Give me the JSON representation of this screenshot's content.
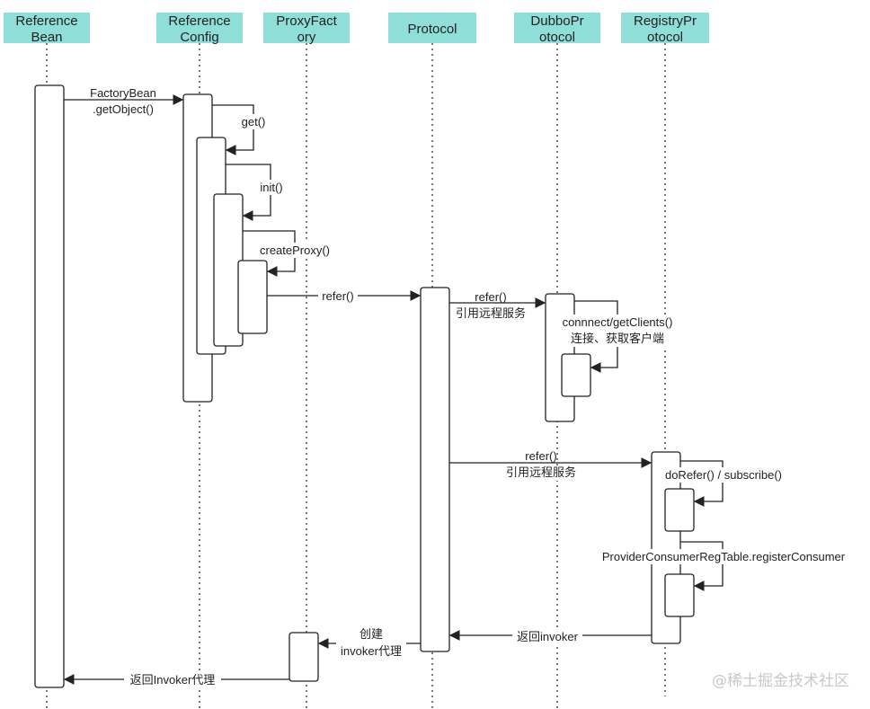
{
  "colors": {
    "header_fill": "#8fdfd8",
    "line": "#222222",
    "watermark": "#c8c8c8"
  },
  "participants": [
    {
      "line1": "Reference",
      "line2": "Bean"
    },
    {
      "line1": "Reference",
      "line2": "Config"
    },
    {
      "line1": "ProxyFact",
      "line2": "ory"
    },
    {
      "line1": "Protocol",
      "line2": ""
    },
    {
      "line1": "DubboPr",
      "line2": "otocol"
    },
    {
      "line1": "RegistryPr",
      "line2": "otocol"
    }
  ],
  "messages": {
    "factorybean_1": "FactoryBean",
    "factorybean_2": ".getObject()",
    "get": "get()",
    "init": "init()",
    "create_proxy": "createProxy()",
    "refer": "refer()",
    "refer_dubbo_1": "refer()",
    "refer_dubbo_2": "引用远程服务",
    "connect_1": "connnect/getClients()",
    "connect_2": "连接、获取客户端",
    "refer_registry_1": "refer()",
    "refer_registry_2": "引用远程服务",
    "do_refer": "doRefer() / subscribe()",
    "register_consumer": "ProviderConsumerRegTable.registerConsumer",
    "return_invoker": "返回invoker",
    "create_invoker_1": "创建",
    "create_invoker_2": "invoker代理",
    "return_invoker_proxy": "返回Invoker代理"
  },
  "watermark": "@稀土掘金技术社区"
}
